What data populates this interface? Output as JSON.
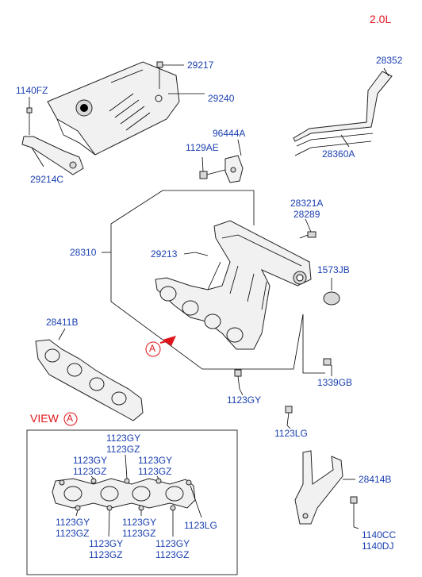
{
  "colors": {
    "label": "#1a3fb0",
    "accent": "#e0151b",
    "line": "#000000"
  },
  "engine_spec": "2.0L",
  "view_label": "VIEW",
  "view_marker": "A",
  "arrow_marker": "A",
  "callouts": {
    "p29217": "29217",
    "p1140fz": "1140FZ",
    "p29240": "29240",
    "p28352": "28352",
    "p96444a": "96444A",
    "p1129ae": "1129AE",
    "p28360a": "28360A",
    "p29214c": "29214C",
    "p28321a": "28321A",
    "p28289": "28289",
    "p28310": "28310",
    "p29213": "29213",
    "p1573jb": "1573JB",
    "p28411b": "28411B",
    "p1339gb": "1339GB",
    "p1123gy": "1123GY",
    "p1123lg": "1123LG",
    "p28414b": "28414B",
    "p1140cc": "1140CC",
    "p1140dj": "1140DJ"
  },
  "view_callouts": {
    "top_center": [
      "1123GY",
      "1123GZ"
    ],
    "top_left": [
      "1123GY",
      "1123GZ"
    ],
    "top_right": [
      "1123GY",
      "1123GZ"
    ],
    "bottom_left": [
      "1123GY",
      "1123GZ"
    ],
    "bottom_mid": [
      "1123GY",
      "1123GZ"
    ],
    "bottom_center_left": [
      "1123GY",
      "1123GZ"
    ],
    "bottom_center_right": [
      "1123GY",
      "1123GZ"
    ],
    "right": "1123LG"
  }
}
